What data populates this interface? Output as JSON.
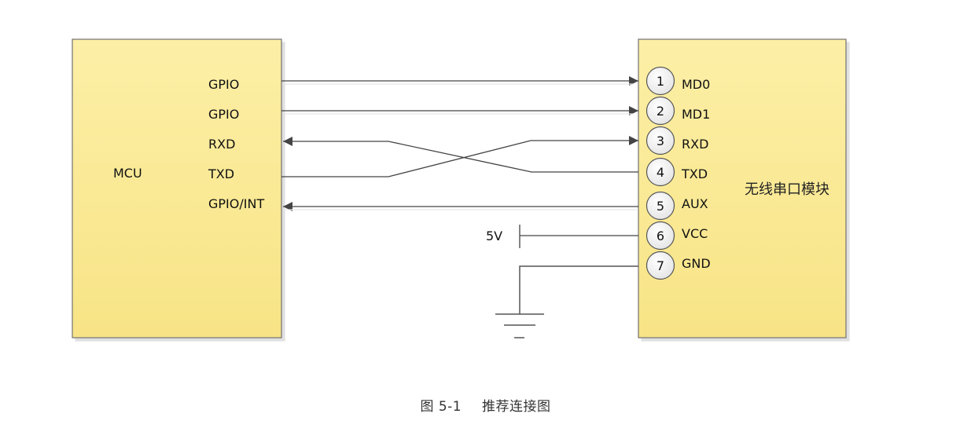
{
  "diagram": {
    "mcu": {
      "name": "MCU",
      "pins": [
        "GPIO",
        "GPIO",
        "RXD",
        "TXD",
        "GPIO/INT"
      ]
    },
    "module": {
      "name": "无线串口模块",
      "pins": [
        {
          "number": "1",
          "label": "MD0"
        },
        {
          "number": "2",
          "label": "MD1"
        },
        {
          "number": "3",
          "label": "RXD"
        },
        {
          "number": "4",
          "label": "TXD"
        },
        {
          "number": "5",
          "label": "AUX"
        },
        {
          "number": "6",
          "label": "VCC"
        },
        {
          "number": "7",
          "label": "GND"
        }
      ]
    },
    "connections": [
      {
        "from": "MCU GPIO",
        "to": "MD0",
        "direction": "to-module"
      },
      {
        "from": "MCU GPIO",
        "to": "MD1",
        "direction": "to-module"
      },
      {
        "from": "MCU TXD",
        "to": "Module RXD",
        "direction": "to-module"
      },
      {
        "from": "Module TXD",
        "to": "MCU RXD",
        "direction": "to-mcu"
      },
      {
        "from": "Module AUX",
        "to": "MCU GPIO/INT",
        "direction": "to-mcu"
      }
    ],
    "power_label": "5V",
    "ground": "GND symbol",
    "colors": {
      "block_fill_top": "#fbeea0",
      "block_fill_bottom": "#f8e27e",
      "block_border": "#6f6f6f",
      "line": "#444444",
      "pin_circle_fill": "#f6f6f6"
    }
  },
  "caption": {
    "figure_number": "图 5-1",
    "title": "推荐连接图"
  }
}
